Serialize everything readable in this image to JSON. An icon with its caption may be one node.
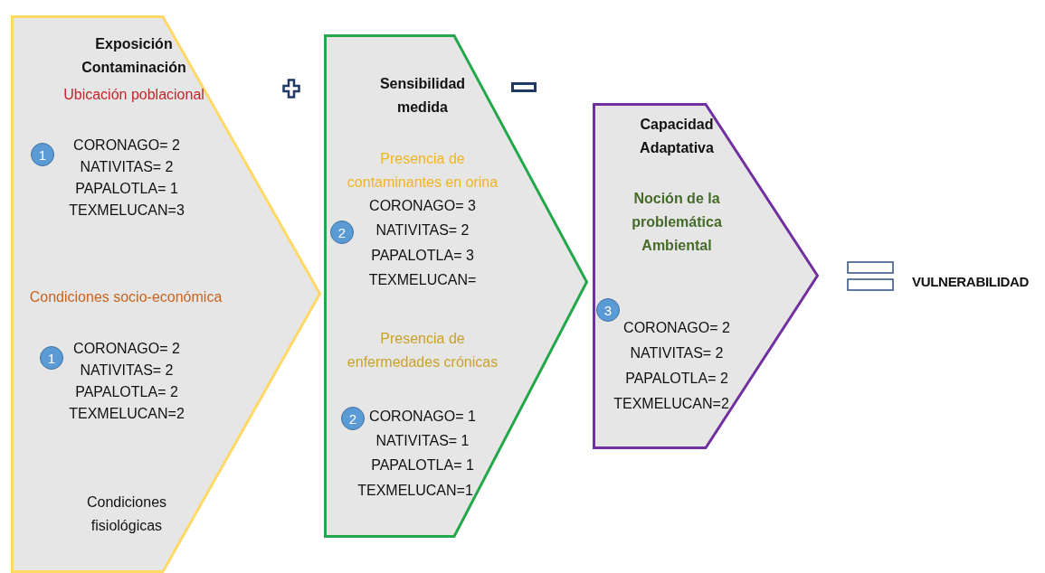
{
  "diagram": {
    "nodes": [
      {
        "text": [
          "Exposición Contaminación",
          "Ubicación poblacional",
          "CORONAGO= 2",
          "NATIVITAS= 2",
          "PAPALOTLA= 1",
          "TEXMELUCAN=3",
          "Condiciones socio-económica",
          "CORONAGO= 2",
          "NATIVITAS= 2",
          "PAPALOTLA= 2",
          "TEXMELUCAN=2",
          "Condiciones fisiológicas"
        ]
      },
      {
        "text": [
          "1"
        ],
        "in": 0
      },
      {
        "text": [
          "1"
        ],
        "in": 0
      },
      {
        "text": [
          "Sensibilidad medida",
          "Presencia de contaminantes en orina",
          "CORONAGO= 3",
          "NATIVITAS= 2",
          "PAPALOTLA= 3",
          "TEXMELUCAN=",
          "Presencia de enfermedades crónicas",
          "CORONAGO= 1",
          "NATIVITAS= 1",
          "PAPALOTLA= 1",
          "TEXMELUCAN=1"
        ]
      },
      {
        "text": [
          "2"
        ],
        "in": 3
      },
      {
        "text": [
          "2"
        ],
        "in": 3
      },
      {
        "text": [
          "Capacidad Adaptativa",
          "Noción de la problemática Ambiental",
          "CORONAGO= 2",
          "NATIVITAS= 2",
          "PAPALOTLA= 2",
          "TEXMELUCAN=2"
        ]
      },
      {
        "text": [
          "3"
        ],
        "in": 6
      }
    ],
    "labels": [
      "VULNERABILIDAD"
    ]
  }
}
